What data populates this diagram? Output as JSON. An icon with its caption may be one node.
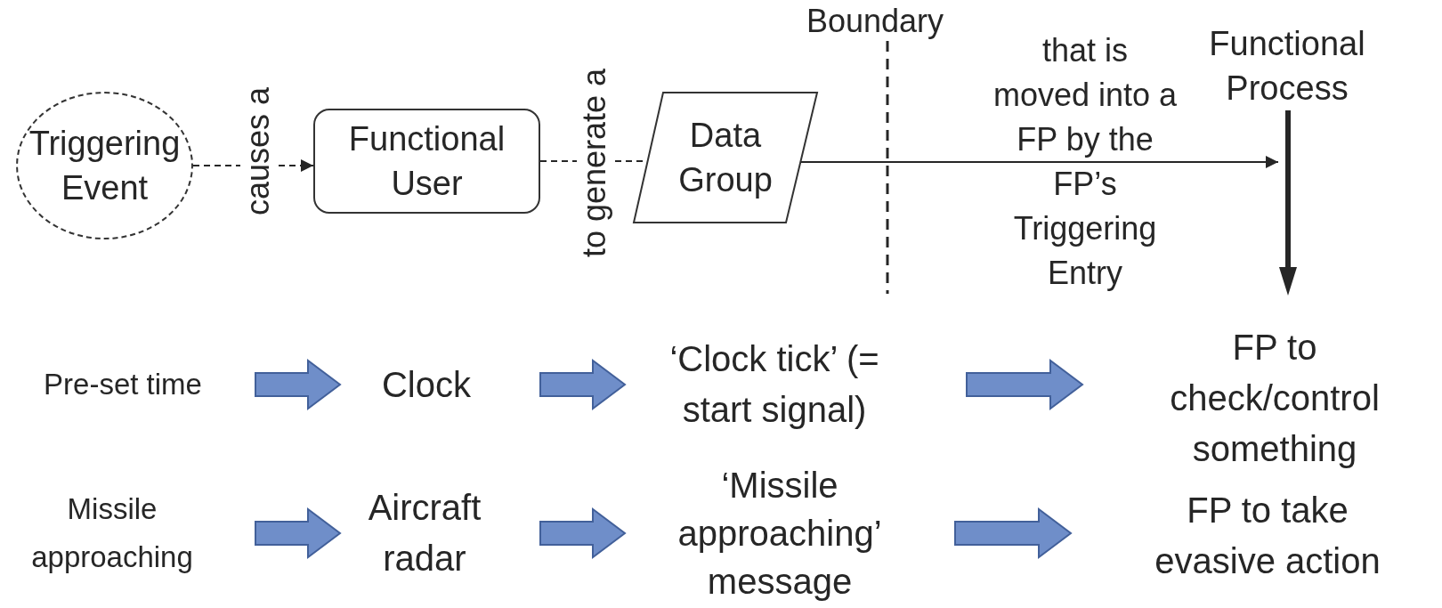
{
  "diagram": {
    "nodes": [
      {
        "text": [
          "Triggering Event"
        ]
      },
      {
        "text": [
          "Functional User"
        ]
      },
      {
        "text": [
          "Data Group"
        ]
      },
      {
        "text": [
          "Functional Process"
        ]
      },
      {
        "text": [],
        "shape": "bar"
      },
      {
        "text": [
          "Pre-set time"
        ]
      },
      {
        "text": [
          "Clock"
        ]
      },
      {
        "text": [
          "‘Clock tick’ (= start signal)"
        ]
      },
      {
        "text": [
          "FP to check/control something"
        ]
      },
      {
        "text": [
          "Missile approaching"
        ]
      },
      {
        "text": [
          "Aircraft radar"
        ]
      },
      {
        "text": [
          "‘Missile approaching’ message"
        ]
      },
      {
        "text": [
          "FP to take evasive action"
        ]
      }
    ],
    "edges": [
      {
        "from": 0,
        "to": 1,
        "arrow": "to",
        "style": "dashed",
        "label": "causes a"
      },
      {
        "from": 1,
        "to": 2,
        "arrow": "none",
        "style": "dashed",
        "label": "to generate a"
      },
      {
        "from": 2,
        "to": 4,
        "arrow": "to",
        "label": "that is moved into a FP by the FP’s Triggering Entry"
      },
      {
        "from": 5,
        "to": 6,
        "arrow": "to",
        "style": "thick"
      },
      {
        "from": 6,
        "to": 7,
        "arrow": "to",
        "style": "thick"
      },
      {
        "from": 7,
        "to": 8,
        "arrow": "to",
        "style": "thick"
      },
      {
        "from": 9,
        "to": 10,
        "arrow": "to",
        "style": "thick"
      },
      {
        "from": 10,
        "to": 11,
        "arrow": "to",
        "style": "thick"
      },
      {
        "from": 11,
        "to": 12,
        "arrow": "to",
        "style": "thick"
      }
    ],
    "labels": [
      "Boundary"
    ]
  }
}
